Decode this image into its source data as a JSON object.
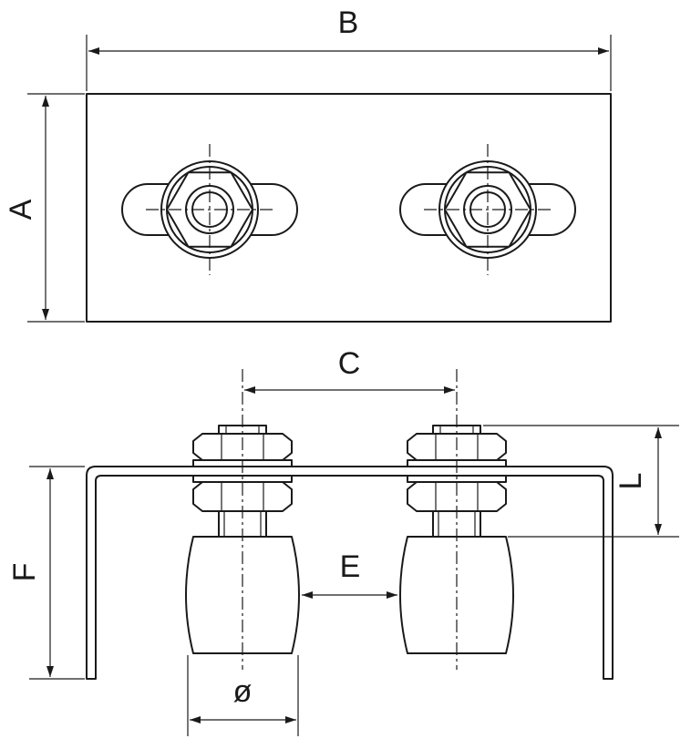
{
  "labels": {
    "A": "A",
    "B": "B",
    "C": "C",
    "E": "E",
    "F": "F",
    "L": "L",
    "phi": "ø"
  },
  "colors": {
    "line": "#1a1a1a",
    "background": "#ffffff"
  }
}
